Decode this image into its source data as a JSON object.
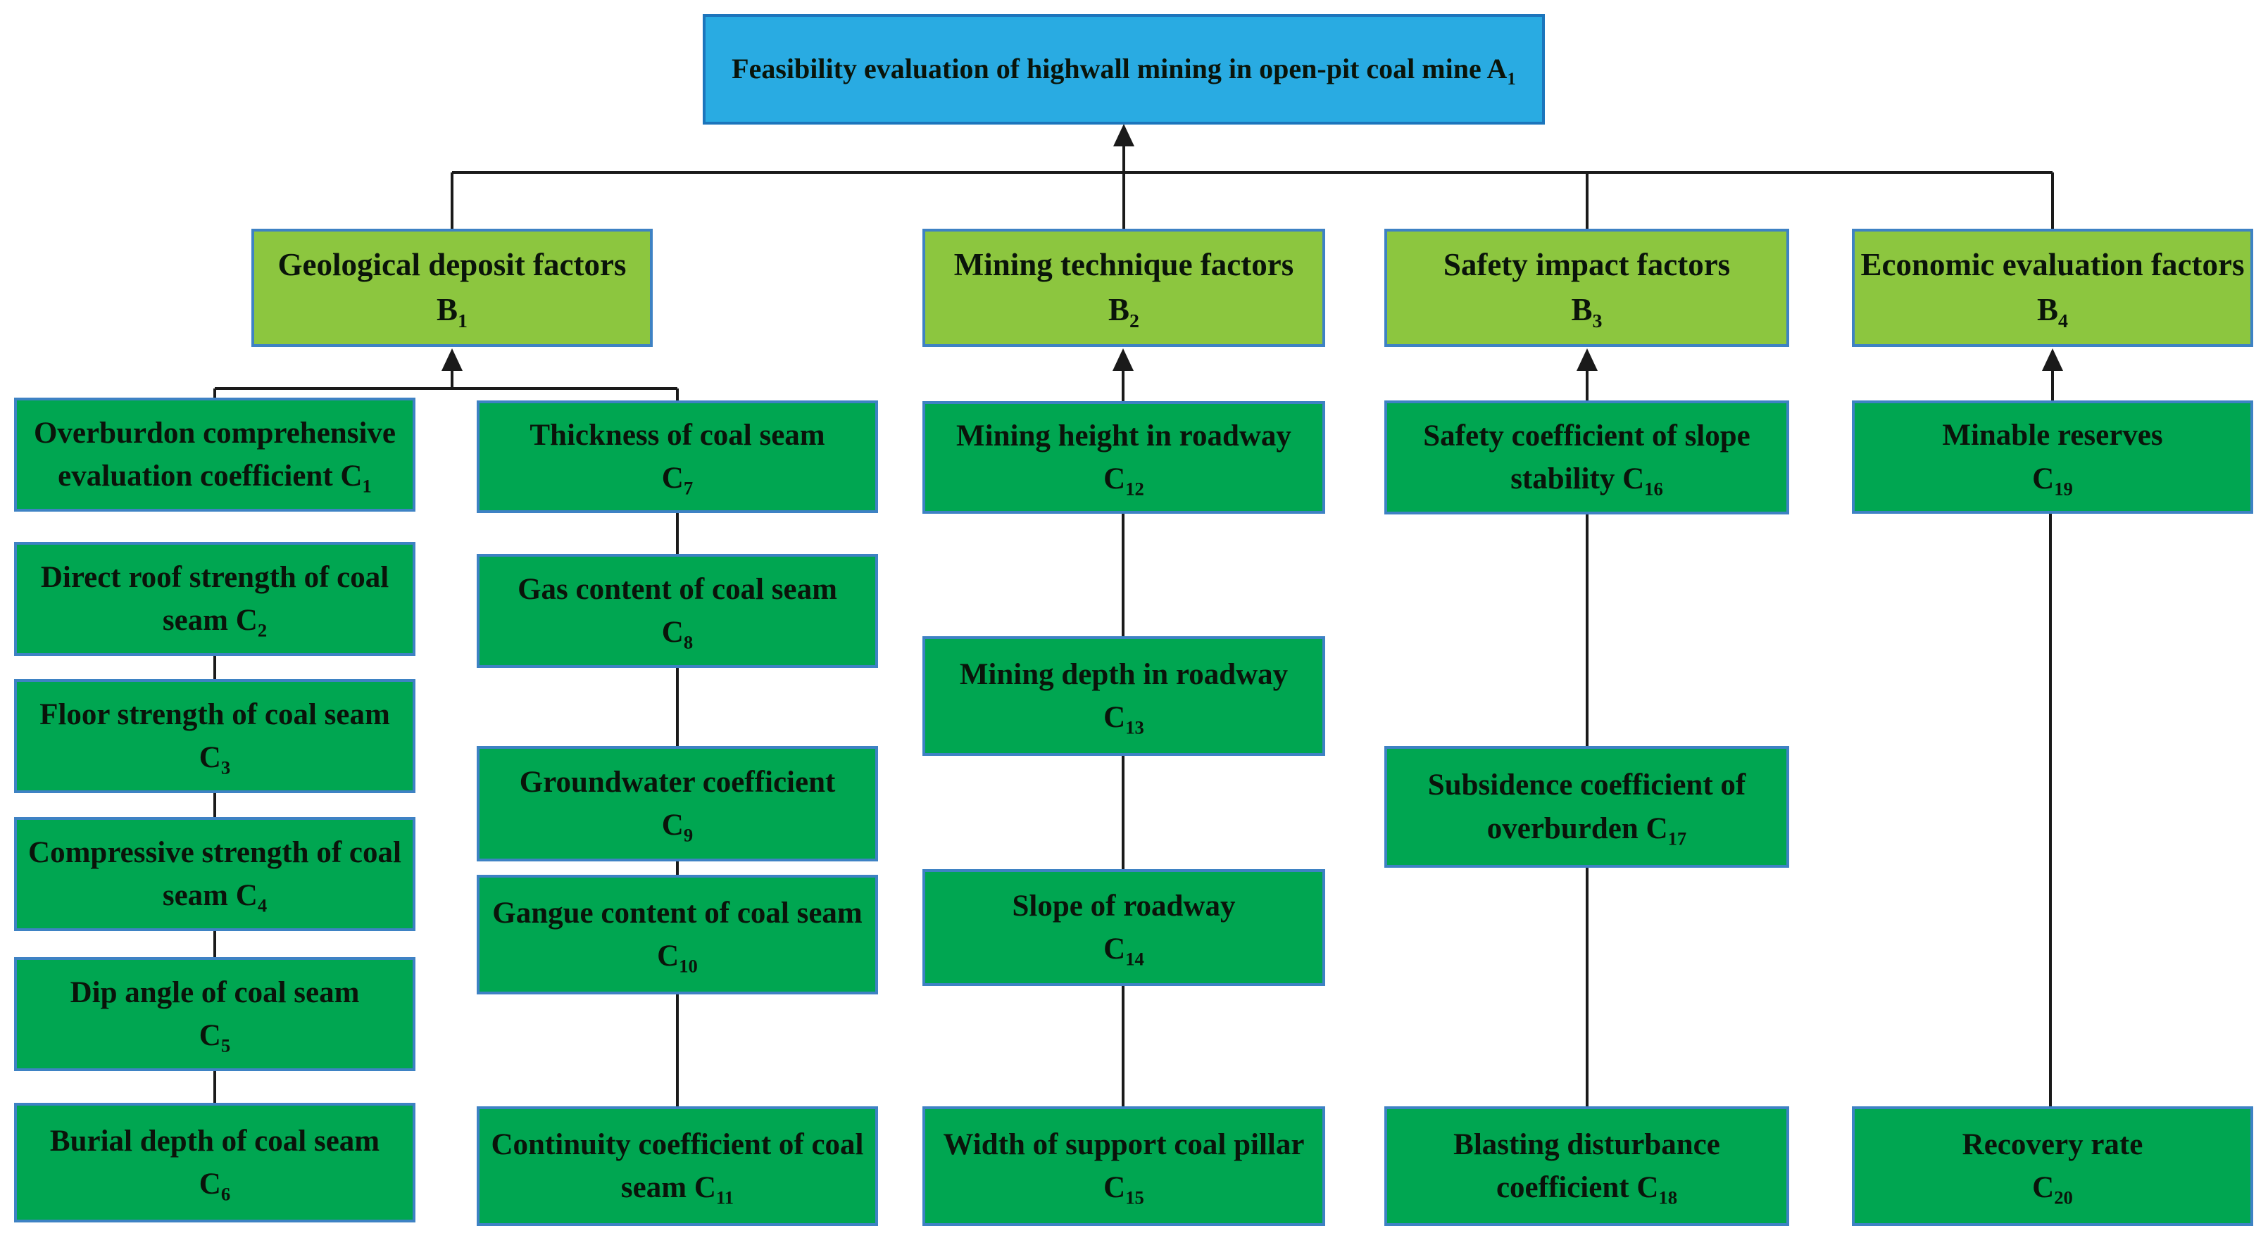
{
  "colors": {
    "goal_fill": "#29abe2",
    "goal_border": "#1c75bc",
    "category_fill": "#8cc63f",
    "criterion_fill": "#00a651",
    "box_border": "#3e82c4",
    "line": "#1a1a1a",
    "text": "#0a140a"
  },
  "nodes": {
    "A1": {
      "role": "goal",
      "lines": [
        {
          "text": "Feasibility evaluation of highwall mining in open-pit coal mine",
          "symbol": "A",
          "sub": "1"
        }
      ]
    },
    "B1": {
      "role": "category",
      "lines": [
        {
          "text": "Geological deposit factors"
        },
        {
          "symbol": "B",
          "sub": "1"
        }
      ]
    },
    "B2": {
      "role": "category",
      "lines": [
        {
          "text": "Mining technique factors"
        },
        {
          "symbol": "B",
          "sub": "2"
        }
      ]
    },
    "B3": {
      "role": "category",
      "lines": [
        {
          "text": "Safety impact factors"
        },
        {
          "symbol": "B",
          "sub": "3"
        }
      ]
    },
    "B4": {
      "role": "category",
      "lines": [
        {
          "text": "Economic evaluation factors"
        },
        {
          "symbol": "B",
          "sub": "4"
        }
      ]
    },
    "C1": {
      "role": "criterion",
      "lines": [
        {
          "text": "Overburdon comprehensive"
        },
        {
          "text": "evaluation coefficient",
          "symbol": "C",
          "sub": "1"
        }
      ]
    },
    "C2": {
      "role": "criterion",
      "lines": [
        {
          "text": "Direct roof strength of coal"
        },
        {
          "text": "seam",
          "symbol": "C",
          "sub": "2"
        }
      ]
    },
    "C3": {
      "role": "criterion",
      "lines": [
        {
          "text": "Floor strength of coal seam"
        },
        {
          "symbol": "C",
          "sub": "3"
        }
      ]
    },
    "C4": {
      "role": "criterion",
      "lines": [
        {
          "text": "Compressive strength of coal"
        },
        {
          "text": "seam",
          "symbol": "C",
          "sub": "4"
        }
      ]
    },
    "C5": {
      "role": "criterion",
      "lines": [
        {
          "text": "Dip angle of coal seam"
        },
        {
          "symbol": "C",
          "sub": "5"
        }
      ]
    },
    "C6": {
      "role": "criterion",
      "lines": [
        {
          "text": "Burial depth of coal seam"
        },
        {
          "symbol": "C",
          "sub": "6"
        }
      ]
    },
    "C7": {
      "role": "criterion",
      "lines": [
        {
          "text": "Thickness of coal seam"
        },
        {
          "symbol": "C",
          "sub": "7"
        }
      ]
    },
    "C8": {
      "role": "criterion",
      "lines": [
        {
          "text": "Gas content of coal seam"
        },
        {
          "symbol": "C",
          "sub": "8"
        }
      ]
    },
    "C9": {
      "role": "criterion",
      "lines": [
        {
          "text": "Groundwater coefficient"
        },
        {
          "symbol": "C",
          "sub": "9"
        }
      ]
    },
    "C10": {
      "role": "criterion",
      "lines": [
        {
          "text": "Gangue content of coal seam"
        },
        {
          "symbol": "C",
          "sub": "10"
        }
      ]
    },
    "C11": {
      "role": "criterion",
      "lines": [
        {
          "text": "Continuity coefficient of coal"
        },
        {
          "text": "seam",
          "symbol": "C",
          "sub": "11"
        }
      ]
    },
    "C12": {
      "role": "criterion",
      "lines": [
        {
          "text": "Mining height in roadway"
        },
        {
          "symbol": "C",
          "sub": "12"
        }
      ]
    },
    "C13": {
      "role": "criterion",
      "lines": [
        {
          "text": "Mining depth in roadway"
        },
        {
          "symbol": "C",
          "sub": "13"
        }
      ]
    },
    "C14": {
      "role": "criterion",
      "lines": [
        {
          "text": "Slope of roadway"
        },
        {
          "symbol": "C",
          "sub": "14"
        }
      ]
    },
    "C15": {
      "role": "criterion",
      "lines": [
        {
          "text": "Width of support coal pillar"
        },
        {
          "symbol": "C",
          "sub": "15"
        }
      ]
    },
    "C16": {
      "role": "criterion",
      "lines": [
        {
          "text": "Safety coefficient of slope"
        },
        {
          "text": "stability",
          "symbol": "C",
          "sub": "16"
        }
      ]
    },
    "C17": {
      "role": "criterion",
      "lines": [
        {
          "text": "Subsidence coefficient of"
        },
        {
          "text": "overburden",
          "symbol": "C",
          "sub": "17"
        }
      ]
    },
    "C18": {
      "role": "criterion",
      "lines": [
        {
          "text": "Blasting disturbance"
        },
        {
          "text": "coefficient",
          "symbol": "C",
          "sub": "18"
        }
      ]
    },
    "C19": {
      "role": "criterion",
      "lines": [
        {
          "text": "Minable reserves"
        },
        {
          "symbol": "C",
          "sub": "19"
        }
      ]
    },
    "C20": {
      "role": "criterion",
      "lines": [
        {
          "text": "Recovery rate"
        },
        {
          "symbol": "C",
          "sub": "20"
        }
      ]
    }
  }
}
